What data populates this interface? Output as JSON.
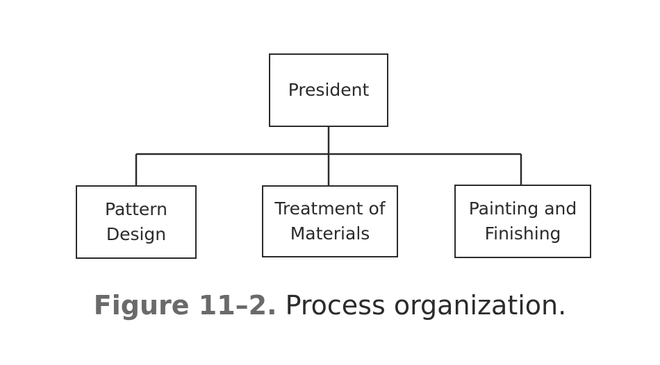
{
  "diagram": {
    "nodes": [
      {
        "id": "president",
        "lines": [
          "President"
        ]
      },
      {
        "id": "pattern",
        "lines": [
          "Pattern",
          "Design"
        ]
      },
      {
        "id": "treatment",
        "lines": [
          "Treatment of",
          "Materials"
        ]
      },
      {
        "id": "painting",
        "lines": [
          "Painting and",
          "Finishing"
        ]
      }
    ],
    "edges": [
      {
        "from": "president",
        "to": "pattern"
      },
      {
        "from": "president",
        "to": "treatment"
      },
      {
        "from": "president",
        "to": "painting"
      }
    ]
  },
  "caption": {
    "label": "Figure 11–2.",
    "text": "Process organization."
  },
  "colors": {
    "line": "#2b2b2b",
    "caption_label": "#6a6a6a"
  }
}
